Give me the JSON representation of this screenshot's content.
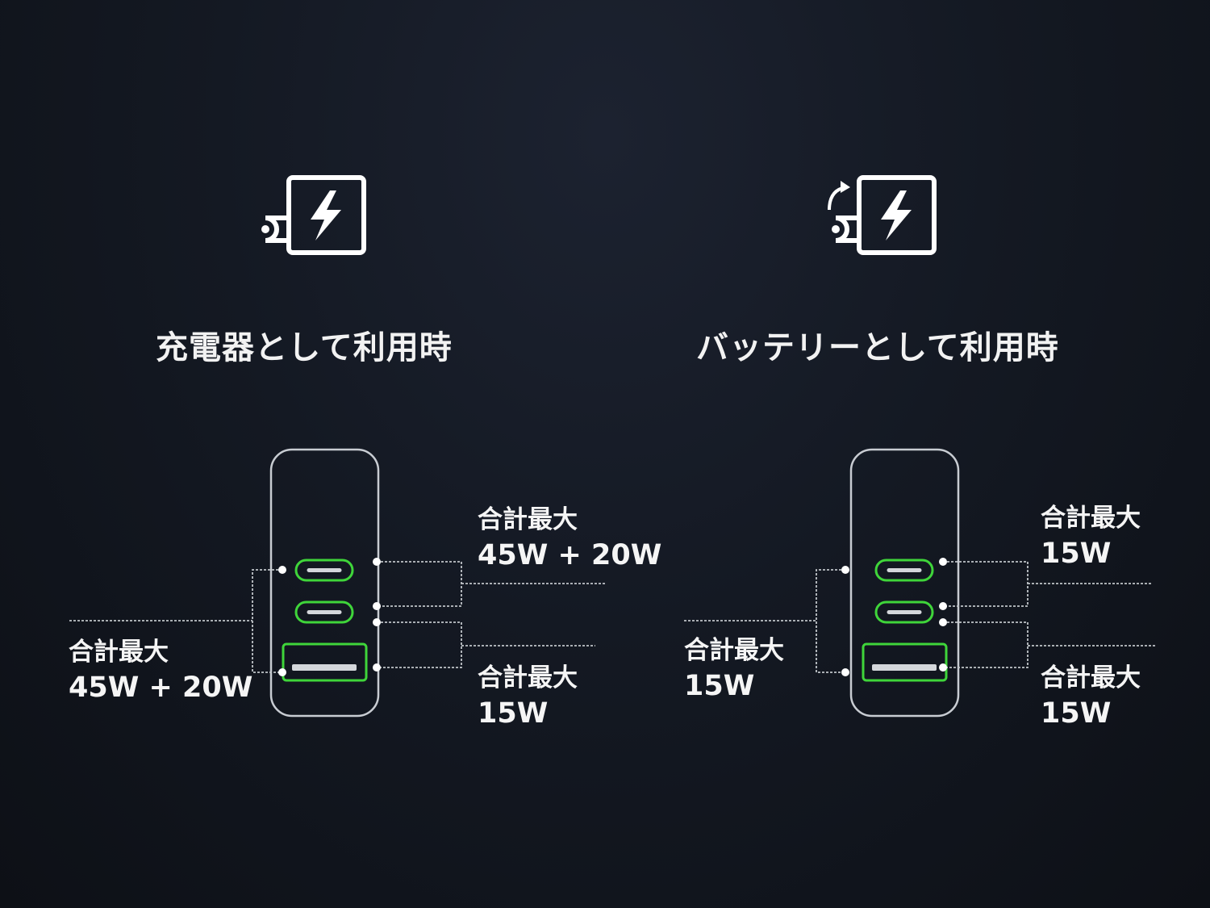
{
  "colors": {
    "accent_green": "#3fd53a",
    "outline": "#c8ccd2",
    "wire": "#bfc3c8"
  },
  "panels": [
    {
      "icon": "charger-plug-lightning-icon",
      "title": "充電器として利用時",
      "ports": [
        "usb-c-port",
        "usb-c-port",
        "usb-a-port"
      ],
      "labels": {
        "left": {
          "title": "合計最大",
          "value": "45W + 20W"
        },
        "right_top": {
          "title": "合計最大",
          "value": "45W + 20W"
        },
        "right_bottom": {
          "title": "合計最大",
          "value": "15W"
        }
      }
    },
    {
      "icon": "battery-rotating-plug-lightning-icon",
      "title": "バッテリーとして利用時",
      "ports": [
        "usb-c-port",
        "usb-c-port",
        "usb-a-port"
      ],
      "labels": {
        "left": {
          "title": "合計最大",
          "value": "15W"
        },
        "right_top": {
          "title": "合計最大",
          "value": "15W"
        },
        "right_bottom": {
          "title": "合計最大",
          "value": "15W"
        }
      }
    }
  ]
}
